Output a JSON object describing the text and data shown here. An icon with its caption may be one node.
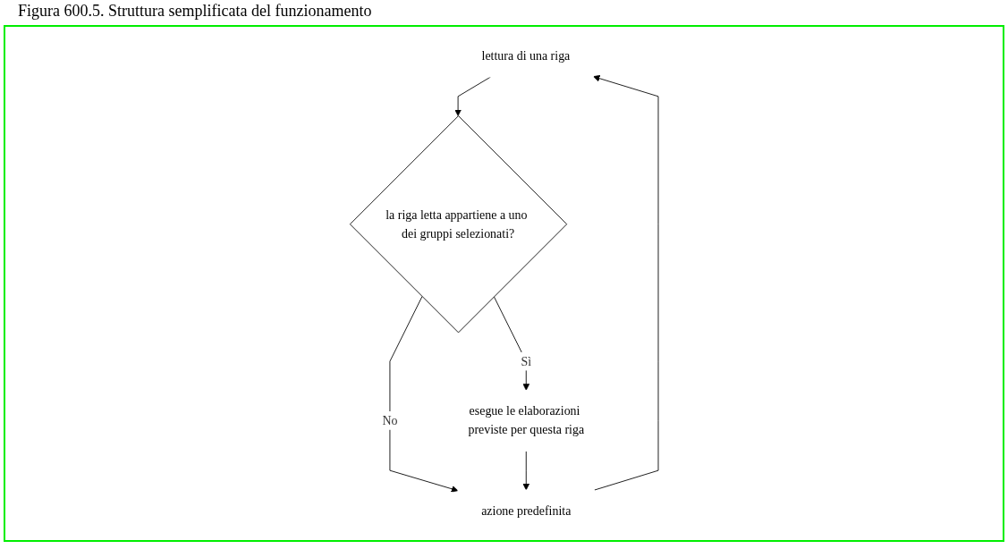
{
  "diagram": {
    "title": "Figura 600.5. Struttura semplificata del funzionamento",
    "nodes": [
      {
        "text": [
          "lettura di una riga"
        ]
      },
      {
        "text": [
          "la riga letta appartiene a uno dei gruppi selezionati?"
        ]
      },
      {
        "text": [
          "azione predefinita"
        ]
      },
      {
        "text": [
          "esegue le elaborazioni previste per questa riga"
        ]
      }
    ],
    "edges": [
      {
        "from": 0,
        "to": 1,
        "arrow": "to"
      },
      {
        "from": 1,
        "to": 2,
        "arrow": "to",
        "label": "No"
      },
      {
        "from": 1,
        "to": 3,
        "arrow": "to",
        "label": "Sì"
      },
      {
        "from": 3,
        "to": 2,
        "arrow": "to"
      },
      {
        "from": 2,
        "to": 0,
        "arrow": "to"
      }
    ]
  }
}
